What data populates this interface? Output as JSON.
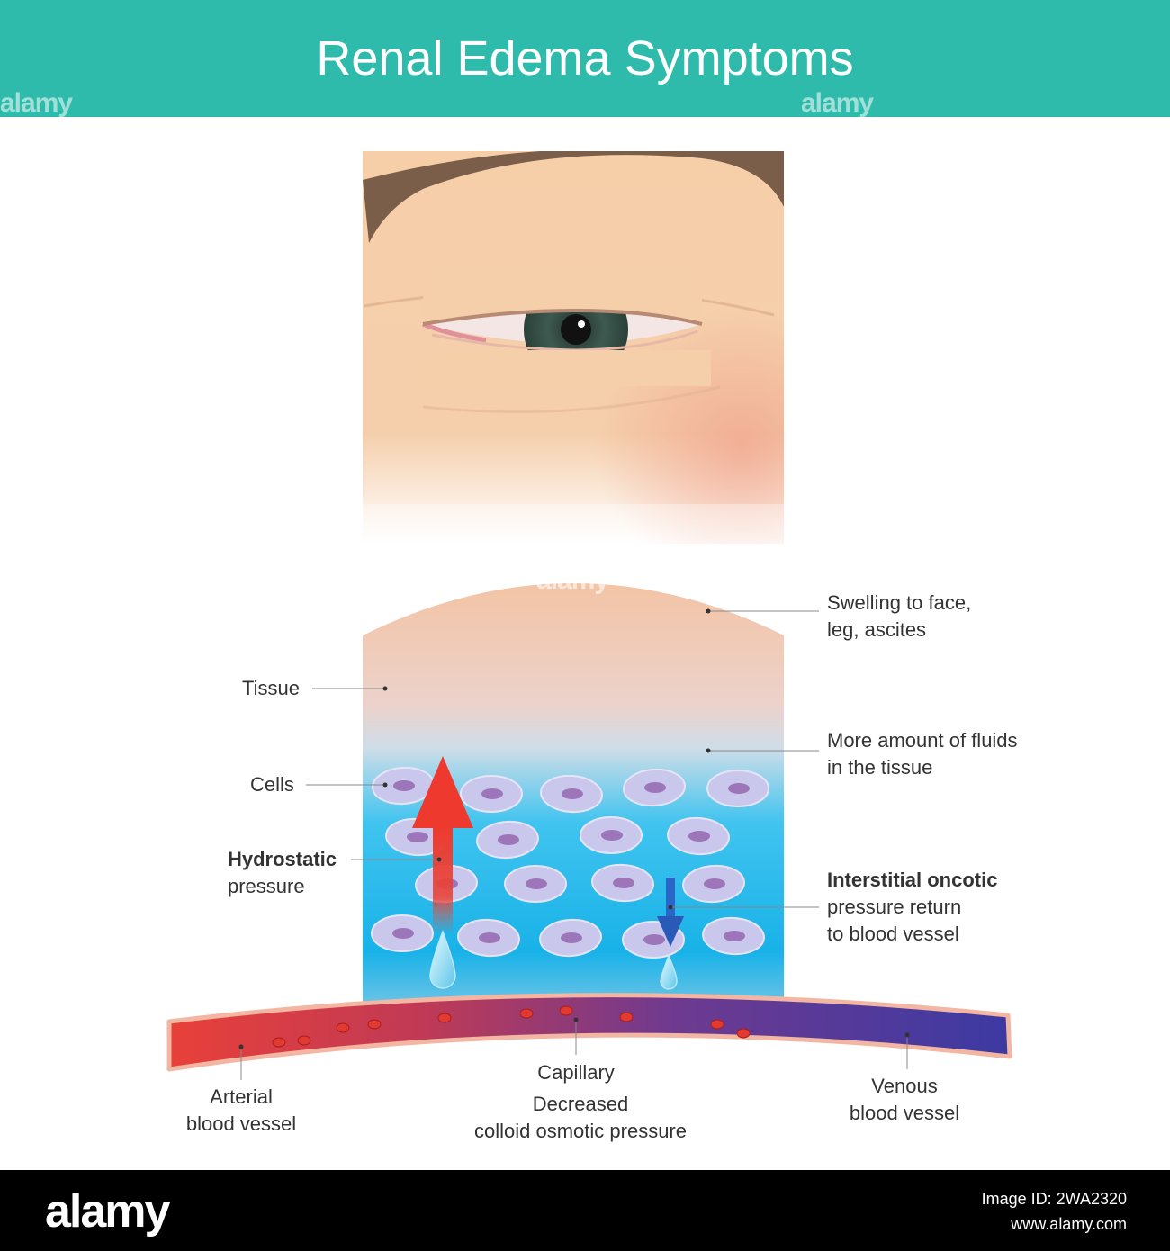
{
  "title": "Renal Edema Symptoms",
  "watermark": "alamy",
  "labels": {
    "swelling_line1": "Swelling to face,",
    "swelling_line2": "leg, ascites",
    "tissue": "Tissue",
    "fluids_line1": "More amount of fluids",
    "fluids_line2": "in the tissue",
    "cells": "Cells",
    "hydrostatic_bold": "Hydrostatic",
    "hydrostatic_rest": "pressure",
    "oncotic_bold": "Interstitial oncotic",
    "oncotic_line2": "pressure return",
    "oncotic_line3": "to blood vessel",
    "capillary": "Capillary",
    "decreased_line1": "Decreased",
    "decreased_line2": "colloid osmotic pressure",
    "arterial_line1": "Arterial",
    "arterial_line2": "blood vessel",
    "venous_line1": "Venous",
    "venous_line2": "blood vessel"
  },
  "footer": {
    "brand": "alamy",
    "image_id": "Image ID: 2WA2320",
    "site": "www.alamy.com"
  },
  "colors": {
    "header": "#2fbbab",
    "arterial": "#e8403a",
    "venous": "#3f3aa0",
    "fluid": "#18b4ea",
    "cell": "#c9c8ec",
    "nucleus": "#9c76b8"
  }
}
